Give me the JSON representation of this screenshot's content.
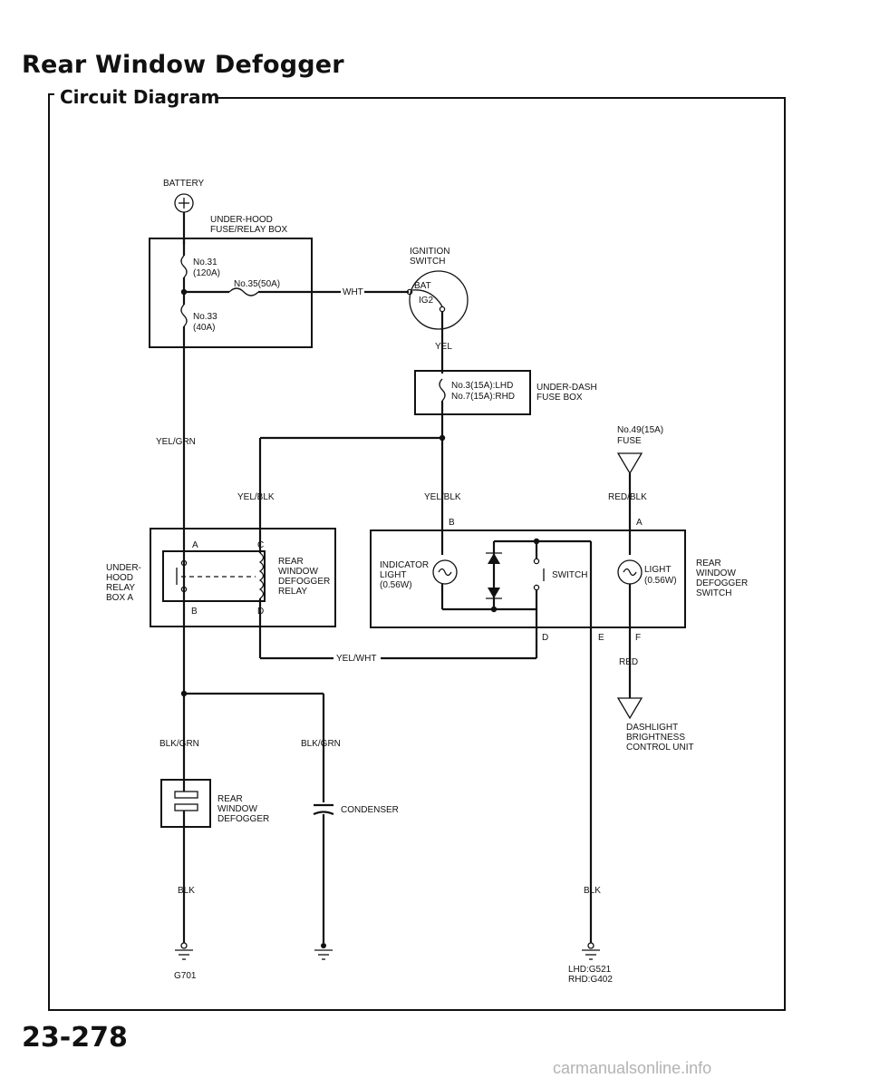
{
  "title": "Rear Window Defogger",
  "section_title": "Circuit Diagram",
  "page_number": "23-278",
  "watermark": "carmanualsonline.info",
  "battery_label": "BATTERY",
  "underhood_box": {
    "label_line1": "UNDER-HOOD",
    "label_line2": "FUSE/RELAY BOX",
    "fuse31_line1": "No.31",
    "fuse31_line2": "(120A)",
    "fuse35": "No.35(50A)",
    "fuse33_line1": "No.33",
    "fuse33_line2": "(40A)"
  },
  "ignition": {
    "label_line1": "IGNITION",
    "label_line2": "SWITCH",
    "bat": "BAT",
    "ig2": "IG2"
  },
  "wires": {
    "wht": "WHT",
    "yel": "YEL",
    "yel_grn": "YEL/GRN",
    "yel_blk_left": "YEL/BLK",
    "yel_blk_right": "YEL/BLK",
    "red_blk": "RED/BLK",
    "yel_wht": "YEL/WHT",
    "red": "RED",
    "blk_grn_left": "BLK/GRN",
    "blk_grn_right": "BLK/GRN",
    "blk_left": "BLK",
    "blk_right": "BLK"
  },
  "underdash_box": {
    "fuse_line1": "No.3(15A):LHD",
    "fuse_line2": "No.7(15A):RHD",
    "label_line1": "UNDER-DASH",
    "label_line2": "FUSE BOX"
  },
  "fuse49": {
    "line1": "No.49(15A)",
    "line2": "FUSE"
  },
  "relay": {
    "side_label": [
      "UNDER-",
      "HOOD",
      "RELAY",
      "BOX A"
    ],
    "name": [
      "REAR",
      "WINDOW",
      "DEFOGGER",
      "RELAY"
    ],
    "pin_a": "A",
    "pin_b": "B",
    "pin_c": "C",
    "pin_d": "D"
  },
  "switch": {
    "indicator": [
      "INDICATOR",
      "LIGHT",
      "(0.56W)"
    ],
    "switch_label": "SWITCH",
    "light": [
      "LIGHT",
      "(0.56W)"
    ],
    "name": [
      "REAR",
      "WINDOW",
      "DEFOGGER",
      "SWITCH"
    ],
    "pin_b": "B",
    "pin_a": "A",
    "pin_d": "D",
    "pin_e": "E",
    "pin_f": "F"
  },
  "dashlight": [
    "DASHLIGHT",
    "BRIGHTNESS",
    "CONTROL UNIT"
  ],
  "defogger": [
    "REAR",
    "WINDOW",
    "DEFOGGER"
  ],
  "condenser": "CONDENSER",
  "grounds": {
    "left": "G701",
    "right_line1": "LHD:G521",
    "right_line2": "RHD:G402"
  }
}
